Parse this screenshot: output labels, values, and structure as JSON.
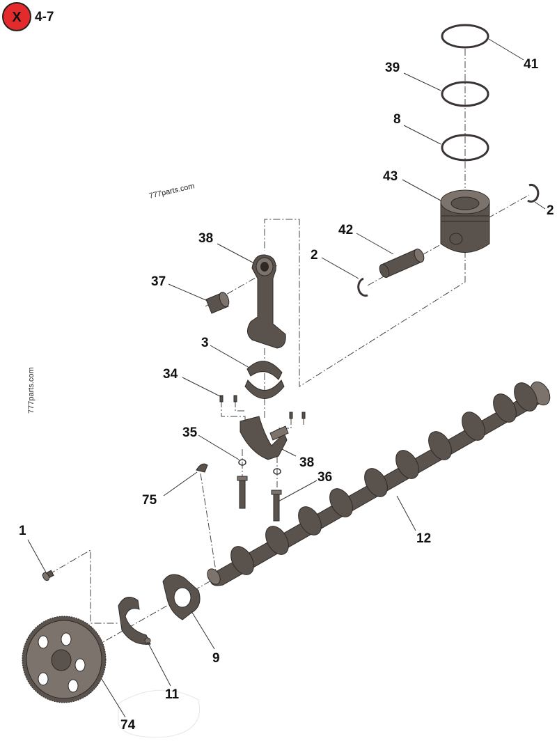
{
  "header": {
    "badge_symbol": "X",
    "badge_color": "#e32b2b",
    "code": "4-7"
  },
  "watermarks": [
    "777parts.com",
    "777parts.com"
  ],
  "callouts": [
    "41",
    "39",
    "8",
    "43",
    "2",
    "42",
    "2",
    "38",
    "37",
    "3",
    "34",
    "35",
    "38",
    "36",
    "75",
    "12",
    "1",
    "9",
    "11",
    "74"
  ],
  "colors": {
    "part_fill": "#5a524d",
    "line": "#333333"
  }
}
